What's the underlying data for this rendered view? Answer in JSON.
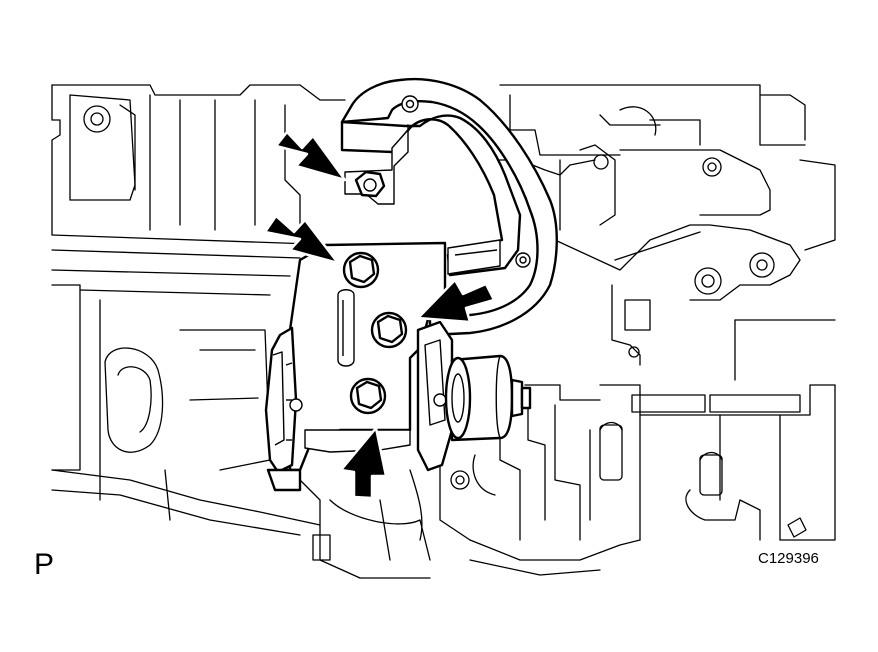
{
  "view_label": "P",
  "figure_id": "C129396",
  "arrows": {
    "count": 4,
    "color": "#000000"
  },
  "colors": {
    "line": "#000000",
    "background": "#ffffff"
  }
}
